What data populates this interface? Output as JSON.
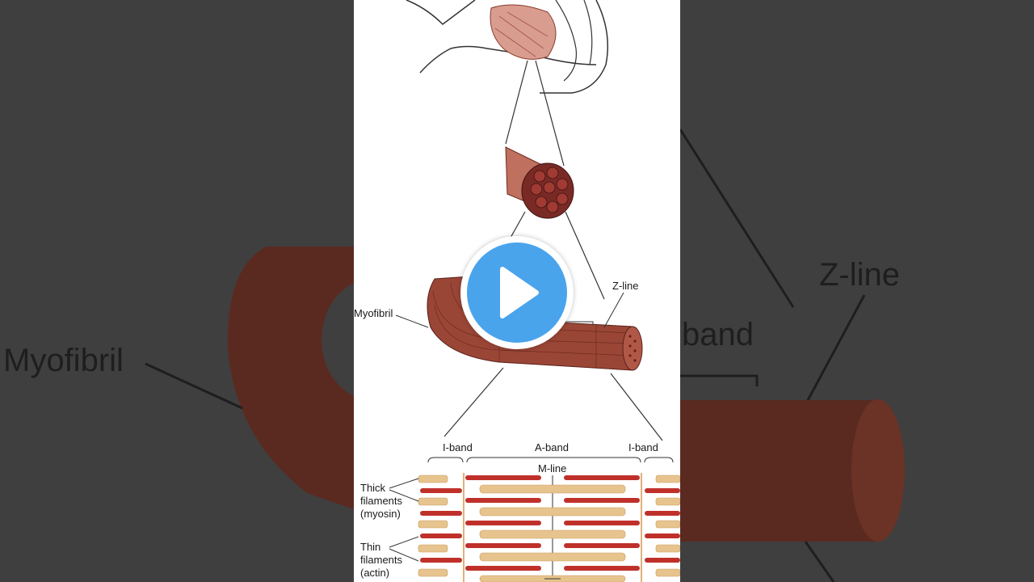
{
  "player": {
    "play_icon": "play-triangle-icon",
    "accent_color": "#4aa4ec"
  },
  "background": {
    "left_label": "Myofibril",
    "right_label_zline": "Z-line",
    "right_label_band": "band"
  },
  "diagram": {
    "labels": {
      "myofibril": "Myofibril",
      "zline": "Z-line",
      "iband_left": "I-band",
      "aband": "A-band",
      "iband_right": "I-band",
      "mline": "M-line",
      "thick_1": "Thick",
      "thick_2": "filaments",
      "thick_3": "(myosin)",
      "thin_1": "Thin",
      "thin_2": "filaments",
      "thin_3": "(actin)"
    },
    "colors": {
      "muscle": "#8b3b2c",
      "myosin": "#e7c48e",
      "actin": "#c0302a"
    }
  }
}
